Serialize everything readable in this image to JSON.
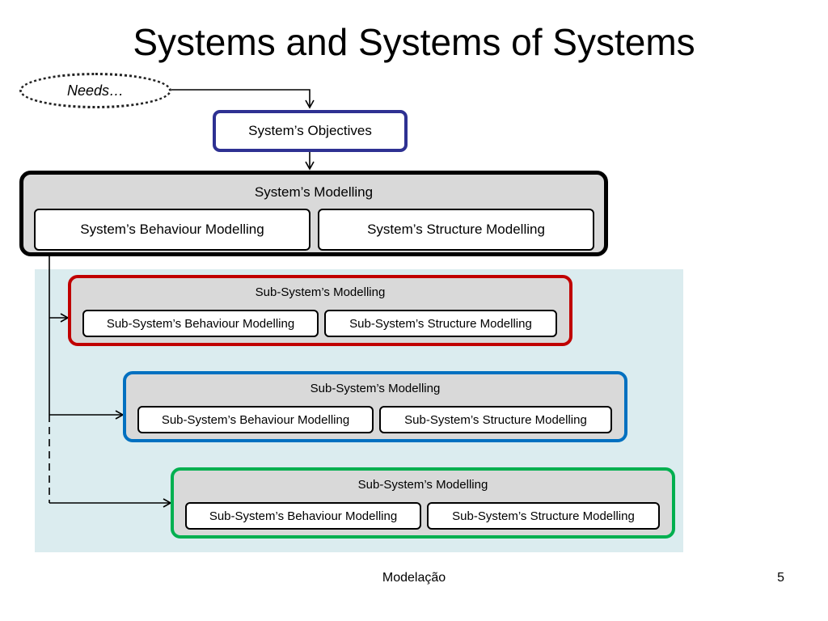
{
  "slide": {
    "title": "Systems and Systems of Systems",
    "footer": "Modelação",
    "page_number": "5"
  },
  "needs": {
    "label": "Needs…"
  },
  "objectives": {
    "label": "System’s Objectives"
  },
  "system": {
    "label": "System’s Modelling",
    "behaviour": "System’s Behaviour Modelling",
    "structure": "System’s Structure Modelling"
  },
  "subsystems": [
    {
      "label": "Sub-System’s Modelling",
      "behaviour": "Sub-System’s Behaviour Modelling",
      "structure": "Sub-System’s Structure Modelling",
      "border_color": "#c00000"
    },
    {
      "label": "Sub-System’s Modelling",
      "behaviour": "Sub-System’s Behaviour Modelling",
      "structure": "Sub-System’s Structure Modelling",
      "border_color": "#0070c0"
    },
    {
      "label": "Sub-System’s Modelling",
      "behaviour": "Sub-System’s Behaviour Modelling",
      "structure": "Sub-System’s Structure Modelling",
      "border_color": "#00b050"
    }
  ],
  "colors": {
    "objectives_border": "#2e3192",
    "panel_background": "#dbecef",
    "group_fill": "#d9d9d9"
  }
}
